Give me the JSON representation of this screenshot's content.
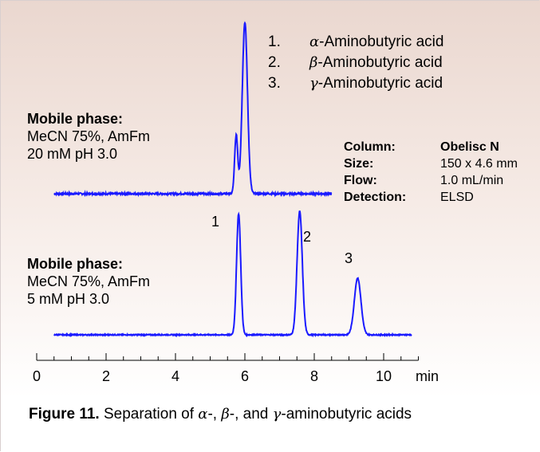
{
  "legend": [
    {
      "num": "1.",
      "greek": "α",
      "name": "-Aminobutyric acid"
    },
    {
      "num": "2.",
      "greek": "β",
      "name": "-Aminobutyric acid"
    },
    {
      "num": "3.",
      "greek": "γ",
      "name": "-Aminobutyric acid"
    }
  ],
  "mobile_phase_upper": {
    "title": "Mobile phase:",
    "line1": "MeCN  75%, AmFm",
    "line2": "20 mM pH 3.0"
  },
  "mobile_phase_lower": {
    "title": "Mobile phase:",
    "line1": "MeCN  75%, AmFm",
    "line2": "5 mM pH 3.0"
  },
  "specs": [
    {
      "key": "Column:",
      "value": "Obelisc N",
      "bold": true
    },
    {
      "key": "Size:",
      "value": "150 x 4.6 mm",
      "bold": false
    },
    {
      "key": "Flow:",
      "value": "1.0 mL/min",
      "bold": false
    },
    {
      "key": "Detection:",
      "value": "ELSD",
      "bold": false
    }
  ],
  "peak_labels": [
    "1",
    "2",
    "3"
  ],
  "caption": {
    "bold": "Figure 11.",
    "text1": " Separation of ",
    "g1": "α",
    "text2": "-, ",
    "g2": "β",
    "text3": "-, and ",
    "g3": "γ",
    "text4": "-aminobutyric acids"
  },
  "colors": {
    "trace": "#1a1aff",
    "axis": "#000000"
  },
  "chart_data": {
    "type": "line",
    "xlabel": "min",
    "xlim": [
      0,
      11
    ],
    "xticks": [
      0,
      2,
      4,
      6,
      8,
      10
    ],
    "series": [
      {
        "x_range": [
          0.5,
          8.5
        ],
        "baseline_noise": 0.01,
        "peaks": [
          {
            "rt": 5.75,
            "height": 0.34,
            "width": 0.045
          },
          {
            "rt": 6.0,
            "height": 1.0,
            "width": 0.075
          }
        ]
      },
      {
        "x_range": [
          0.5,
          10.8
        ],
        "baseline_noise": 0.008,
        "peaks": [
          {
            "rt": 5.82,
            "height": 0.98,
            "width": 0.06,
            "label": "1"
          },
          {
            "rt": 7.58,
            "height": 1.0,
            "width": 0.075,
            "label": "2"
          },
          {
            "rt": 9.25,
            "height": 0.46,
            "width": 0.095,
            "label": "3"
          }
        ]
      }
    ]
  }
}
